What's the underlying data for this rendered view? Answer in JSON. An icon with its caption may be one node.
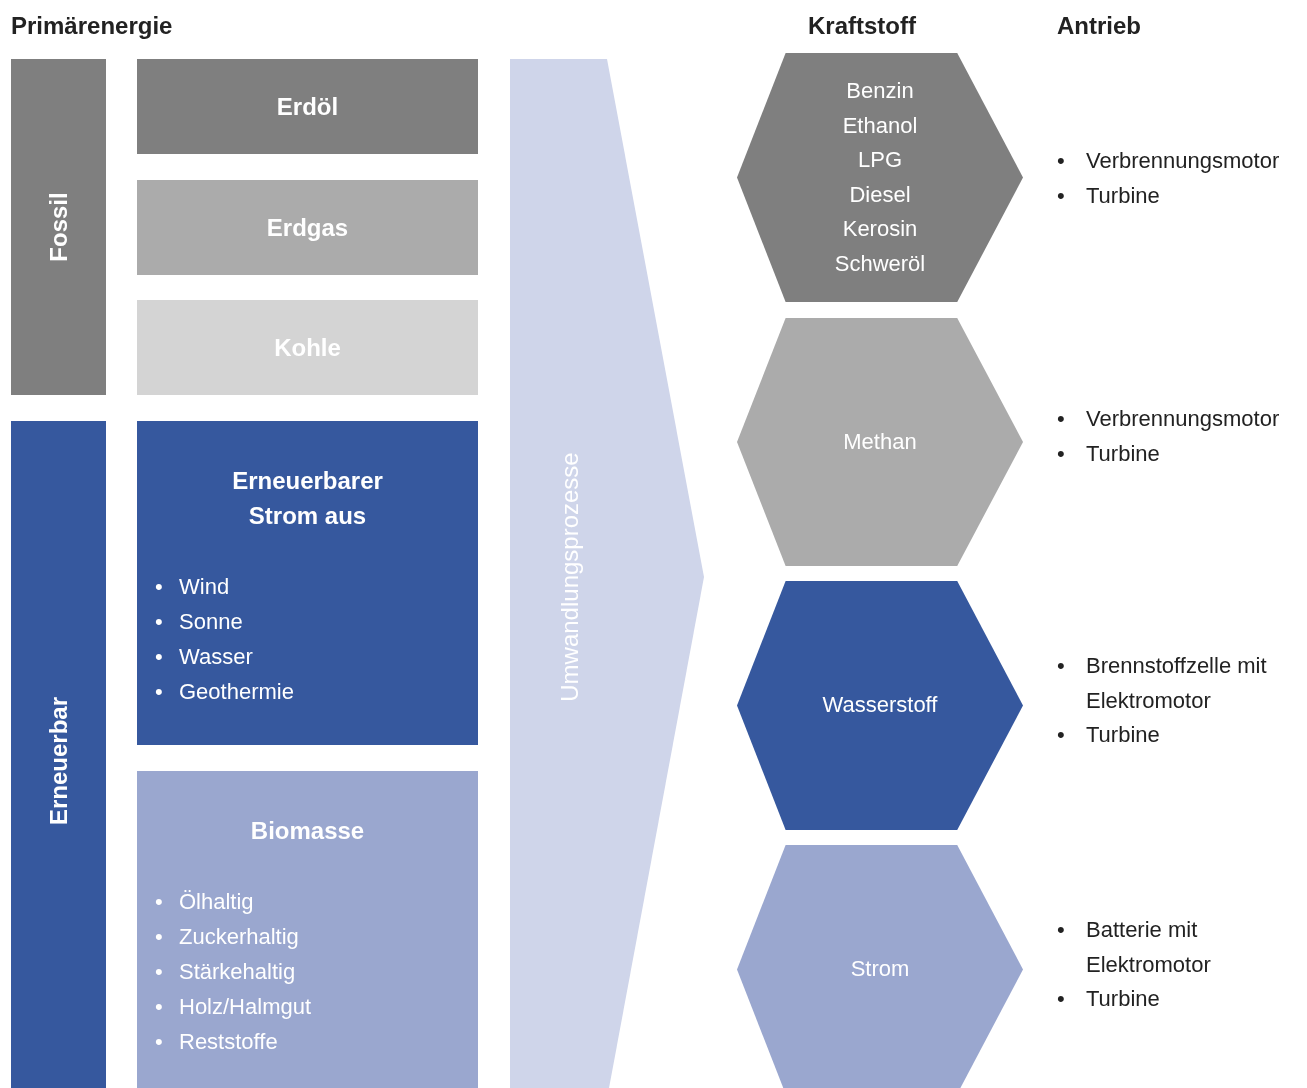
{
  "diagram": {
    "nodes": [
      {
        "text": [
          "Fossil"
        ]
      },
      {
        "text": [
          "Erdöl"
        ]
      },
      {
        "text": [
          "Erdgas"
        ]
      },
      {
        "text": [
          "Kohle"
        ]
      },
      {
        "text": [
          "Erneuerbar"
        ]
      },
      {
        "text": [
          "Erneuerbarer Strom aus",
          "•",
          "Wind",
          "•",
          "Sonne",
          "•",
          "Wasser",
          "•",
          "Geothermie"
        ]
      },
      {
        "text": [
          "Biomasse",
          "•",
          "Ölhaltig",
          "•",
          "Zuckerhaltig",
          "•",
          "Stärkehaltig",
          "•",
          "Holz/Halmgut",
          "•",
          "Reststoffe"
        ]
      },
      {
        "text": [
          "Umwandlungsprozesse"
        ]
      },
      {
        "text": [
          "Benzin",
          "Ethanol",
          "LPG",
          "Diesel",
          "Kerosin",
          "Schweröl"
        ]
      },
      {
        "text": [
          "Methan"
        ]
      },
      {
        "text": [
          "Wasserstoff"
        ]
      },
      {
        "text": [
          "Strom"
        ]
      }
    ],
    "labels": [
      "Primärenergie",
      "Kraftstoff",
      "Antrieb",
      "•",
      "Verbrennungsmotor",
      "•",
      "Turbine",
      "•",
      "Verbrennungsmotor",
      "•",
      "Turbine",
      "•",
      "Brennstoffzelle mit Elektromotor",
      "•",
      "Turbine",
      "•",
      "Batterie mit Elektromotor",
      "•",
      "Turbine"
    ]
  }
}
